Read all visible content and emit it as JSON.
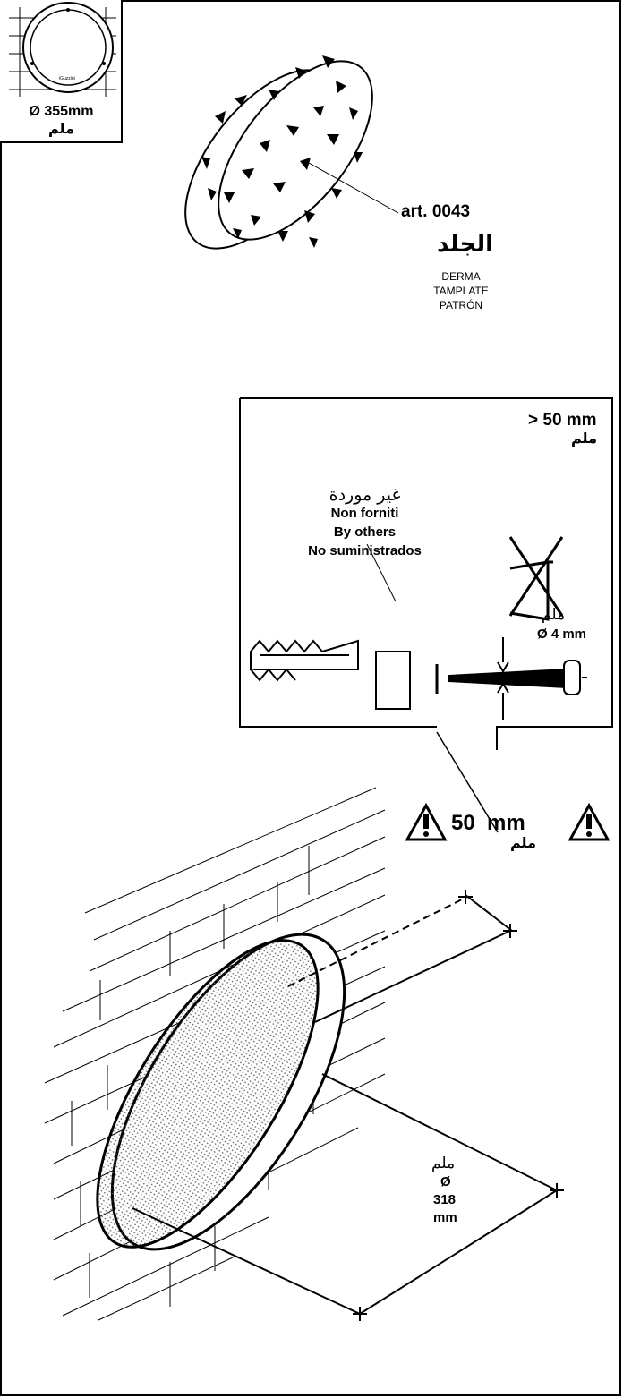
{
  "thumbnail": {
    "diameter_label": "Ø 355mm",
    "unit_arabic": "ملم",
    "brand": "iGuzzini"
  },
  "template": {
    "article": "art. 0043",
    "arabic_title": "الجلد",
    "labels": [
      "DERMA",
      "TAMPLATE",
      "PATRÓN"
    ]
  },
  "detail": {
    "depth_label": "> 50 mm",
    "depth_unit_arabic": "ملم",
    "not_supplied_arabic": "غير موردة",
    "not_supplied": [
      "Non forniti",
      "By others",
      "No suministrados"
    ],
    "screw_unit_arabic": "ملم",
    "screw_diameter": "Ø 4 mm"
  },
  "installation": {
    "warning_label": "50  mm",
    "warning_unit_arabic": "ملم",
    "hole_unit_arabic": "ملم",
    "hole_symbol": "Ø",
    "hole_value": "318",
    "hole_unit": "mm"
  }
}
